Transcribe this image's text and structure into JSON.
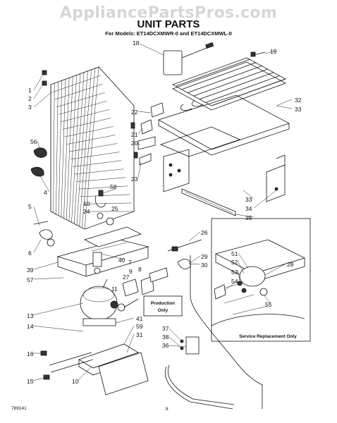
{
  "watermark": "AppliancePartsPros.com",
  "title": "UNIT PARTS",
  "subtitle": "For Models: ET14DCXMWR-0 and ET14DCXMWL-0",
  "notes": {
    "production_only_line1": "Production",
    "production_only_line2": "Only",
    "service_replacement": "Service Replacement Only"
  },
  "footer": {
    "code": "789141",
    "page": "8"
  },
  "callouts": {
    "c1": "1",
    "c2": "2",
    "c3": "3",
    "c4": "4",
    "c5": "5",
    "c6": "6",
    "c7": "7",
    "c8": "8",
    "c9": "9",
    "c10a": "10",
    "c10b": "10",
    "c11": "11",
    "c13": "13",
    "c14": "14",
    "c15": "15",
    "c16": "16",
    "c18": "18",
    "c19": "19",
    "c20": "20",
    "c21": "21",
    "c22": "22",
    "c23": "23",
    "c24": "24",
    "c25": "25",
    "c26": "26",
    "c27": "27",
    "c28": "28",
    "c29": "29",
    "c30": "30",
    "c31": "31",
    "c32": "32",
    "c33a": "33",
    "c33b": "33",
    "c34": "34",
    "c35": "35",
    "c36": "36",
    "c37": "37",
    "c38": "38",
    "c39": "39",
    "c40": "40",
    "c41": "41",
    "c51": "51",
    "c52": "52",
    "c53": "53",
    "c54": "54",
    "c55": "55",
    "c56": "56",
    "c57": "57",
    "c58": "58",
    "c59": "59"
  }
}
